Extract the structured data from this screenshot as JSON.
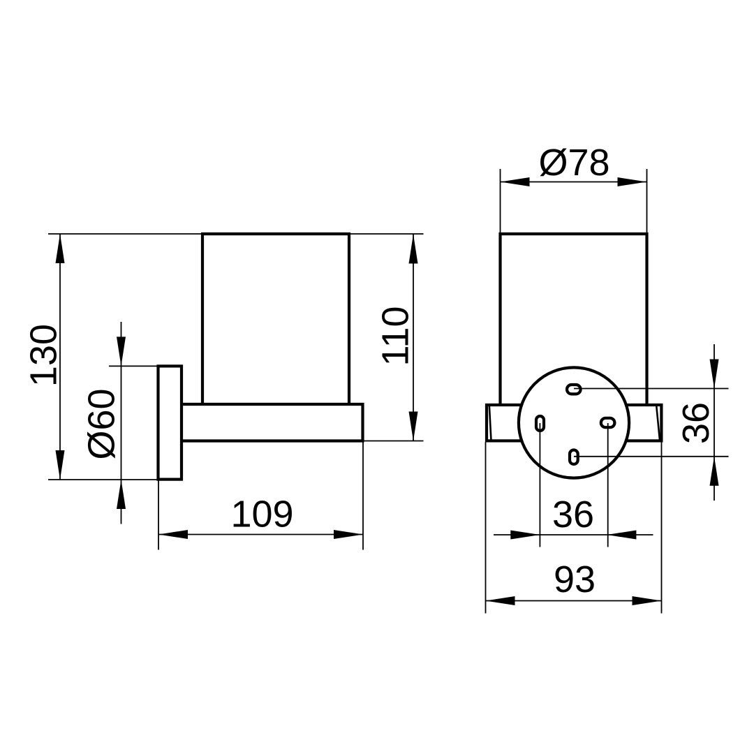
{
  "drawing": {
    "background_color": "#ffffff",
    "line_color": "#000000",
    "views": {
      "side": {
        "dims": {
          "overall_height": "130",
          "wall_plate_diameter": "Ø60",
          "cup_height": "110",
          "depth": "109"
        }
      },
      "front": {
        "dims": {
          "cup_diameter": "Ø78",
          "hole_spacing_vertical": "36",
          "hole_spacing_horizontal": "36",
          "overall_width": "93"
        }
      }
    }
  }
}
